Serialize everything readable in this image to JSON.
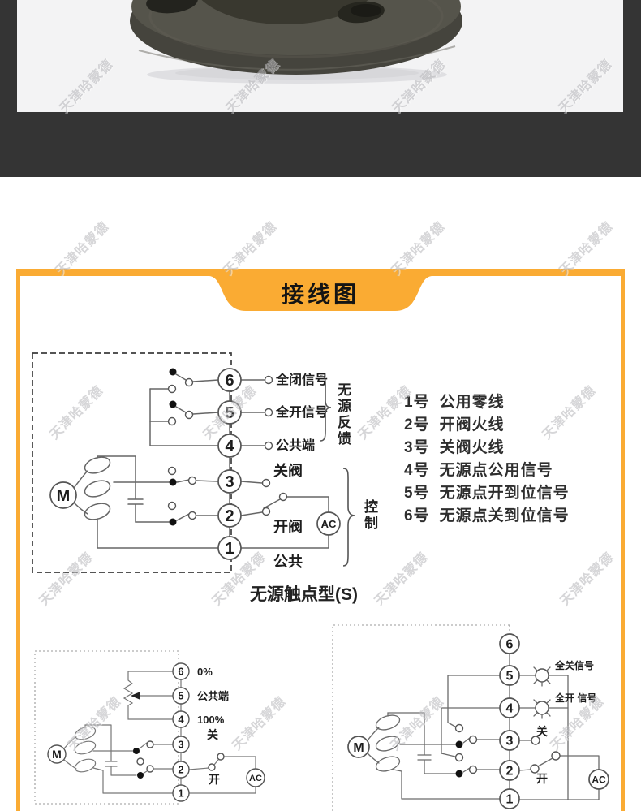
{
  "colors": {
    "accent_orange": "#FAAB33",
    "dark_band": "#343434",
    "photo_bg": "#f3f3f4"
  },
  "watermark": {
    "text": "天津哈蒙德"
  },
  "banner": {
    "title": "接线图"
  },
  "diagram_s": {
    "motor": "M",
    "ac": "AC",
    "terminals": [
      "6",
      "5",
      "4",
      "3",
      "2",
      "1"
    ],
    "t6": "全闭信号",
    "t5": "全开信号",
    "t4": "公共端",
    "t3": "关阀",
    "t2": "开阀",
    "t1": "公共",
    "brace_feedback": "无源反馈",
    "brace_control": "控制",
    "caption": "无源触点型(S)"
  },
  "terminal_list": {
    "items": [
      {
        "num": "1号",
        "label": "公用零线"
      },
      {
        "num": "2号",
        "label": "开阀火线"
      },
      {
        "num": "3号",
        "label": "关阀火线"
      },
      {
        "num": "4号",
        "label": "无源点公用信号"
      },
      {
        "num": "5号",
        "label": "无源点开到位信号"
      },
      {
        "num": "6号",
        "label": "无源点关到位信号"
      }
    ]
  },
  "diagram_pot": {
    "motor": "M",
    "ac": "AC",
    "terminals": [
      "6",
      "5",
      "4",
      "3",
      "2",
      "1"
    ],
    "t6": "0%",
    "t5": "公共端",
    "t4": "100%",
    "t3": "关",
    "t2": "开"
  },
  "diagram_lamp": {
    "motor": "M",
    "ac": "AC",
    "terminals": [
      "6",
      "5",
      "4",
      "3",
      "2",
      "1"
    ],
    "t5": "全关信号",
    "t4": "全开 信号",
    "t3": "关",
    "t2": "开"
  }
}
